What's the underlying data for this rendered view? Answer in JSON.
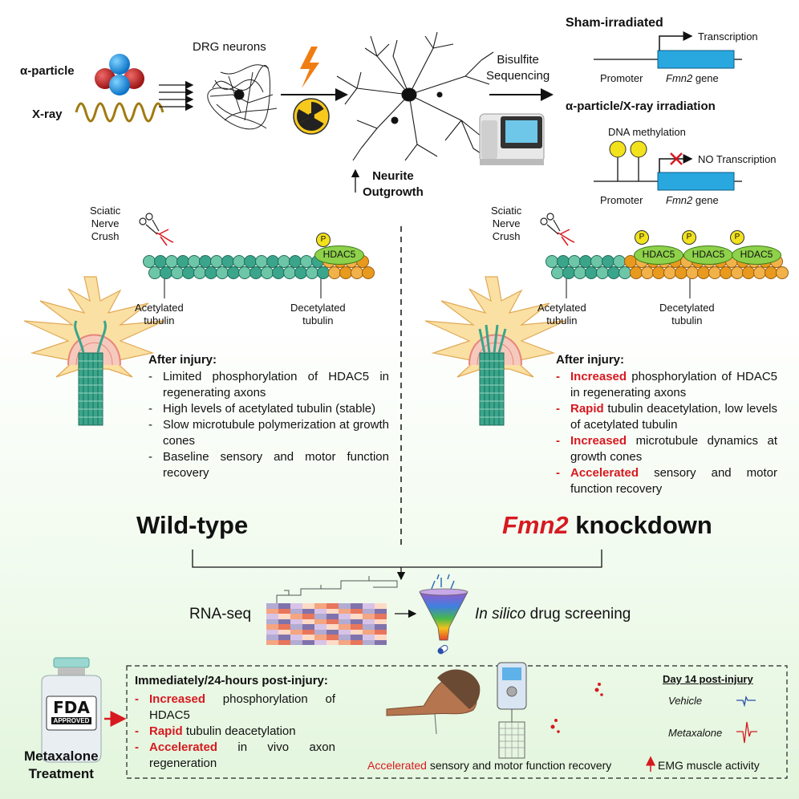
{
  "top": {
    "alpha_label": "α-particle",
    "xray_label": "X-ray",
    "drg_label": "DRG neurons",
    "neurite_outgrowth": "Neurite\nOutgrowth",
    "bisulfite": "Bisulfite\nSequencing",
    "sham_title": "Sham-irradiated",
    "transcription": "Transcription",
    "promoter": "Promoter",
    "gene": "Fmn2",
    "gene_suffix": " gene",
    "irr_title": "α-particle/X-ray irradiation",
    "dna_methylation": "DNA methylation",
    "no_transcription": "NO Transcription"
  },
  "left_panel": {
    "sciatic": "Sciatic\nNerve\nCrush",
    "hdac": "HDAC5",
    "p": "P",
    "acetylated": "Acetylated\ntubulin",
    "decetylated": "Decetylated\ntubulin",
    "after_injury": "After injury:",
    "items": [
      "Limited phosphorylation of HDAC5 in regenerating axons",
      "High levels of acetylated tubulin (stable)",
      "Slow microtubule polymerization at growth cones",
      "Baseline sensory and motor function recovery"
    ],
    "title": "Wild-type"
  },
  "right_panel": {
    "sciatic": "Sciatic\nNerve\nCrush",
    "hdac": "HDAC5",
    "p": "P",
    "acetylated": "Acetylated\ntubulin",
    "decetylated": "Decetylated\ntubulin",
    "after_injury": "After injury:",
    "items": [
      {
        "hl": "Increased",
        "rest": " phosphorylation of HDAC5 in regenerating axons"
      },
      {
        "hl": "Rapid",
        "rest": " tubulin deacetylation, low levels of acetylated tubulin"
      },
      {
        "hl": "Increased",
        "rest": " microtubule dynamics at growth cones"
      },
      {
        "hl": "Accelerated",
        "rest": " sensory and motor function recovery"
      }
    ],
    "title_gene": "Fmn2",
    "title_rest": " knockdown"
  },
  "middle": {
    "rnaseq": "RNA-seq",
    "in_silico": "In silico",
    "drug_screening": " drug screening"
  },
  "bottom": {
    "fda": "FDA",
    "approved": "APPROVED",
    "metaxalone_treatment": "Metaxalone\nTreatment",
    "post_injury_title": "Immediately/24-hours post-injury:",
    "items": [
      {
        "hl": "Increased",
        "rest": " phosphorylation of HDAC5"
      },
      {
        "hl": "Rapid",
        "rest": " tubulin deacetylation"
      },
      {
        "hl": "Accelerated",
        "rest": " in vivo axon regeneration"
      }
    ],
    "accelerated": "Accelerated",
    "recovery_rest": " sensory and motor function recovery",
    "day14": "Day 14 post-injury",
    "vehicle": "Vehicle",
    "metaxalone": "Metaxalone",
    "emg": "EMG muscle activity"
  },
  "colors": {
    "accent_red": "#d71920",
    "gene_blue": "#29a8e0",
    "hdac_green": "#8ed14a",
    "p_yellow": "#f2e21c",
    "tubulin_green": "#3aa58b",
    "tubulin_orange": "#e89a1e",
    "neuron_cream": "#fbe0a4"
  }
}
